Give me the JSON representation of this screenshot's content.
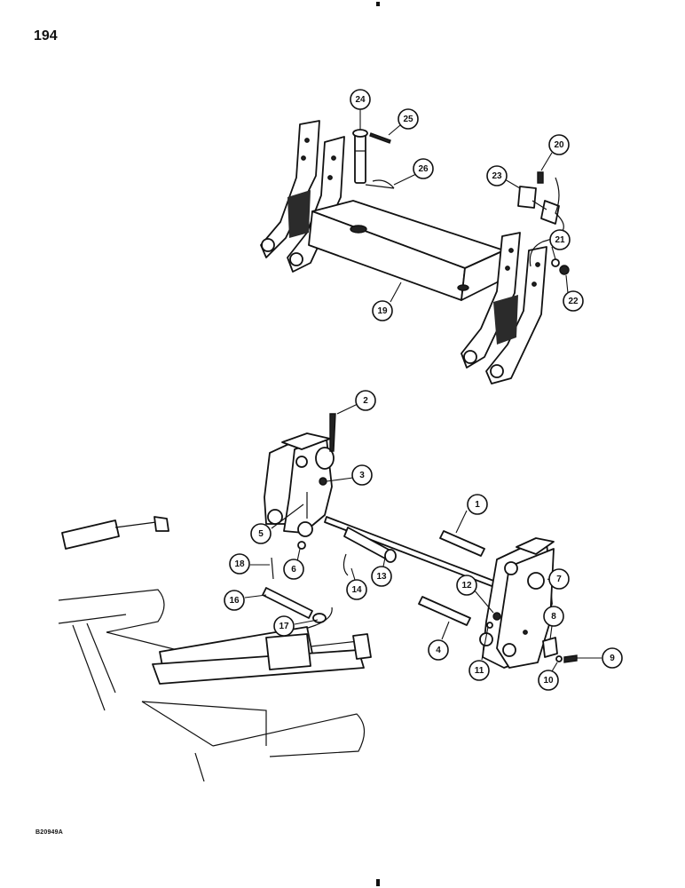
{
  "page_number": "194",
  "drawing_code": "B20949A",
  "callouts": [
    {
      "label": "1"
    },
    {
      "label": "2"
    },
    {
      "label": "3"
    },
    {
      "label": "4"
    },
    {
      "label": "5"
    },
    {
      "label": "6"
    },
    {
      "label": "7"
    },
    {
      "label": "8"
    },
    {
      "label": "9"
    },
    {
      "label": "10"
    },
    {
      "label": "11"
    },
    {
      "label": "12"
    },
    {
      "label": "13"
    },
    {
      "label": "14"
    },
    {
      "label": "16"
    },
    {
      "label": "17"
    },
    {
      "label": "18"
    },
    {
      "label": "19"
    },
    {
      "label": "20"
    },
    {
      "label": "21"
    },
    {
      "label": "22"
    },
    {
      "label": "23"
    },
    {
      "label": "24"
    },
    {
      "label": "25"
    },
    {
      "label": "26"
    }
  ]
}
